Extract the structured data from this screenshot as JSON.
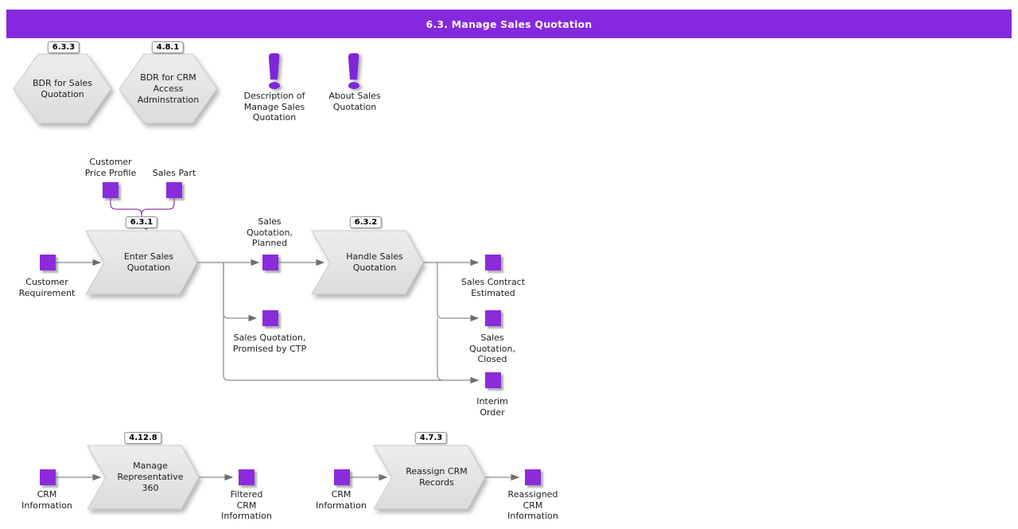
{
  "title_bar": {
    "title": "6.3. Manage Sales Quotation"
  },
  "colors": {
    "accent_purple": "#8B2BDB",
    "header_bg": "#8628DE",
    "shape_fill": "#e6e6e6",
    "flow_line": "#8a8a8a",
    "connector_line": "#8f3fae"
  },
  "references": {
    "bdr_sales": {
      "badge": "6.3.3",
      "label": "BDR for Sales\nQuotation"
    },
    "bdr_crm": {
      "badge": "4.8.1",
      "label": "BDR for CRM\nAccess\nAdminstration"
    }
  },
  "notes": {
    "description": "Description of\nManage Sales\nQuotation",
    "about": "About Sales\nQuotation"
  },
  "processes": {
    "enter_sales_quotation": {
      "badge": "6.3.1",
      "label": "Enter Sales\nQuotation"
    },
    "handle_sales_quotation": {
      "badge": "6.3.2",
      "label": "Handle Sales\nQuotation"
    },
    "manage_representative_360": {
      "badge": "4.12.8",
      "label": "Manage\nRepresentative\n360"
    },
    "reassign_crm_records": {
      "badge": "4.7.3",
      "label": "Reassign CRM\nRecords"
    }
  },
  "artifacts": {
    "customer_price_profile": "Customer\nPrice Profile",
    "sales_part": "Sales Part",
    "customer_requirement": "Customer\nRequirement",
    "sales_quotation_planned": "Sales\nQuotation,\nPlanned",
    "sales_contract_estimated": "Sales Contract\nEstimated",
    "sales_quotation_promised": "Sales Quotation,\nPromised by CTP",
    "sales_quotation_closed": "Sales\nQuotation,\nClosed",
    "interim_order": "Interim\nOrder",
    "crm_information_left": "CRM\nInformation",
    "filtered_crm_information": "Filtered\nCRM\nInformation",
    "crm_information_right": "CRM\nInformation",
    "reassigned_crm_information": "Reassigned\nCRM\nInformation"
  }
}
